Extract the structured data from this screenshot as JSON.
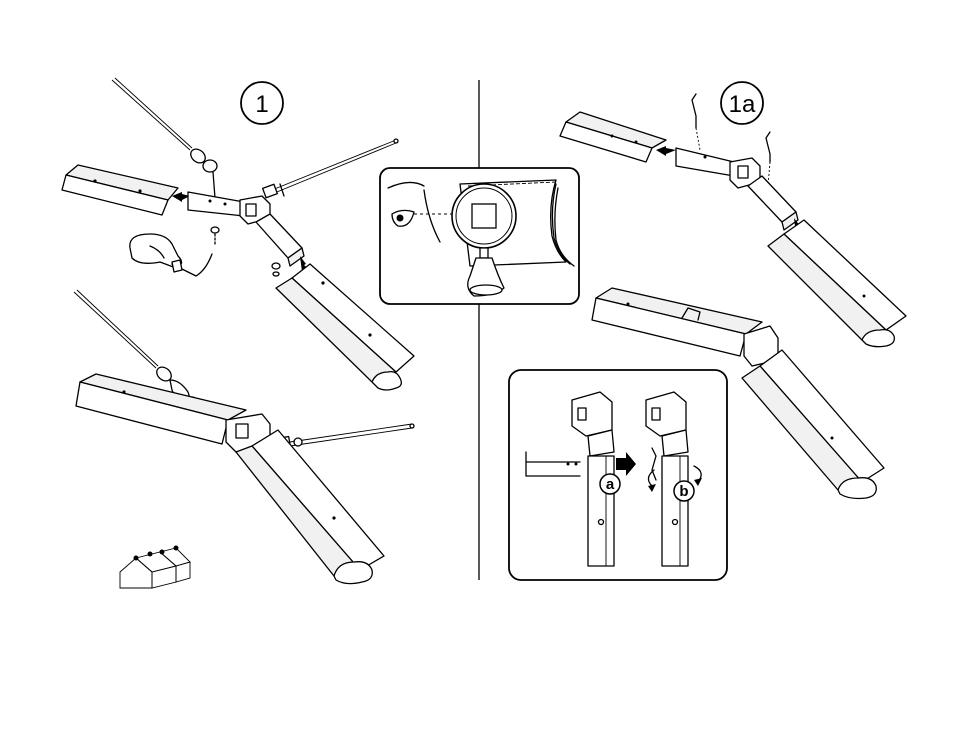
{
  "step_labels": {
    "step_1": "1",
    "step_1a": "1a",
    "detail_a": "a",
    "detail_b": "b"
  },
  "icons": [
    "eye-icon",
    "magnifier-icon",
    "tent-group-icon",
    "arrow-icon",
    "rotate-arrow-icon"
  ],
  "colors": {
    "line": "#000000",
    "background": "#ffffff",
    "panel_border": "#000000"
  }
}
